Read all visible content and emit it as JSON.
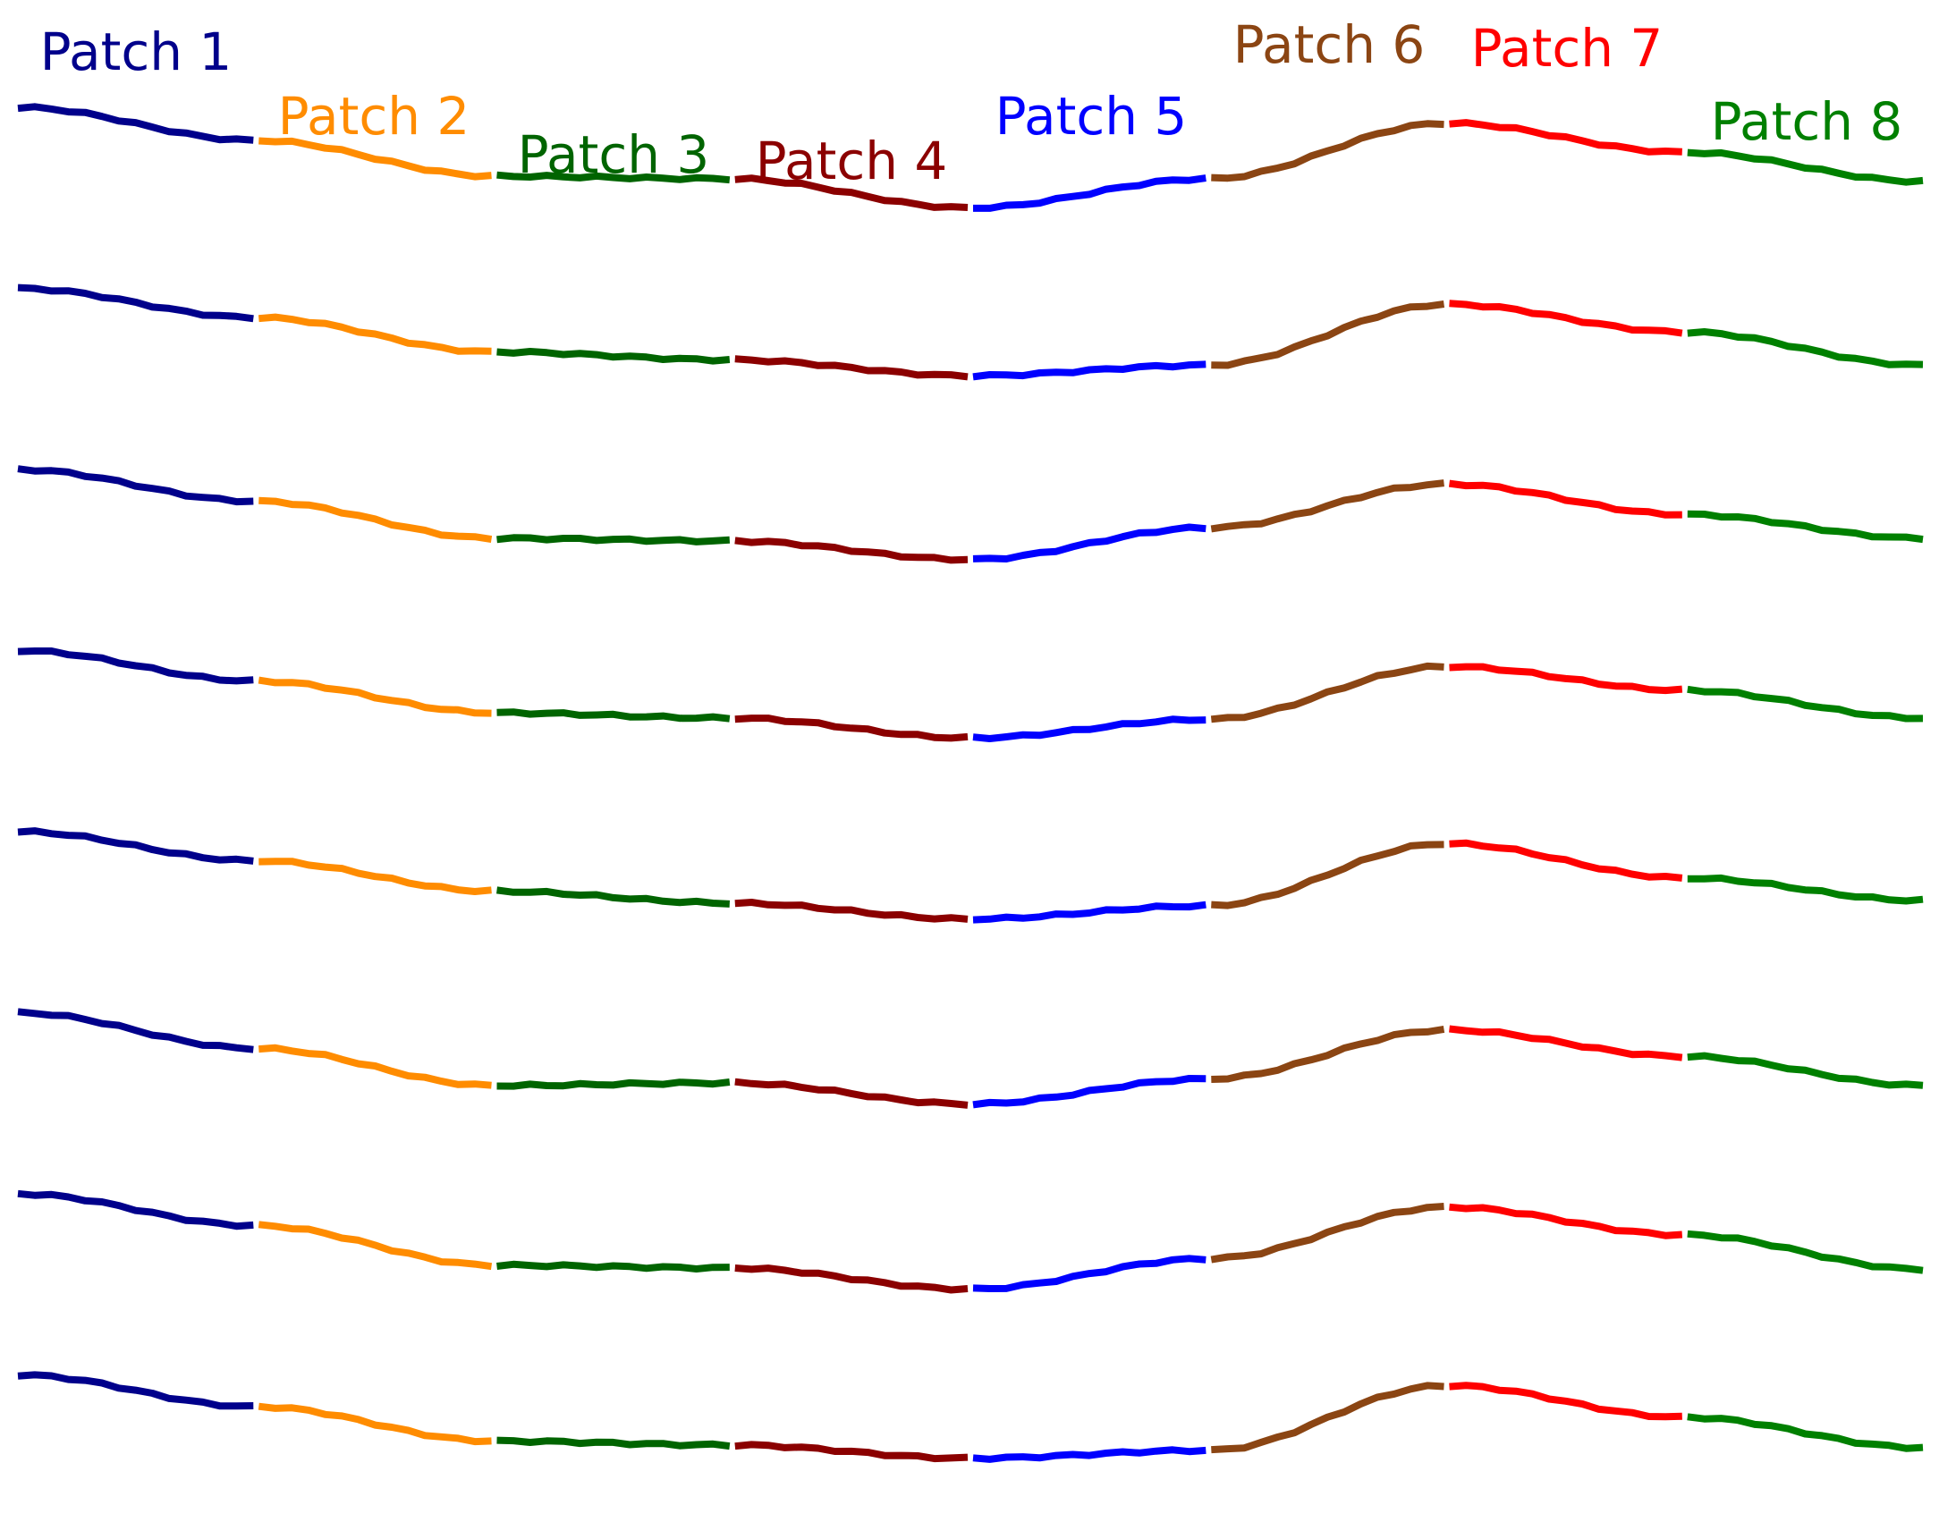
{
  "chart_data": {
    "type": "line",
    "title": "",
    "xlabel": "",
    "ylabel": "",
    "axes_visible": false,
    "grid": false,
    "legend": "none",
    "patch_labels": [
      {
        "text": "Patch 1",
        "color": "#00008B"
      },
      {
        "text": "Patch 2",
        "color": "#FF8C00"
      },
      {
        "text": "Patch 3",
        "color": "#006400"
      },
      {
        "text": "Patch 4",
        "color": "#8B0000"
      },
      {
        "text": "Patch 5",
        "color": "#0000FF"
      },
      {
        "text": "Patch 6",
        "color": "#8B4513"
      },
      {
        "text": "Patch 7",
        "color": "#FF0000"
      },
      {
        "text": "Patch 8",
        "color": "#008000"
      }
    ],
    "series": [
      {
        "values": [
          1.0,
          0.75,
          0.48,
          0.46,
          0.24,
          0.46,
          0.88,
          0.66,
          0.44
        ]
      },
      {
        "values": [
          1.0,
          0.78,
          0.52,
          0.46,
          0.34,
          0.42,
          0.88,
          0.67,
          0.42
        ]
      },
      {
        "values": [
          1.0,
          0.76,
          0.48,
          0.46,
          0.32,
          0.56,
          0.89,
          0.66,
          0.48
        ]
      },
      {
        "values": [
          1.0,
          0.77,
          0.53,
          0.49,
          0.34,
          0.48,
          0.88,
          0.7,
          0.49
        ]
      },
      {
        "values": [
          1.0,
          0.78,
          0.55,
          0.46,
          0.34,
          0.44,
          0.91,
          0.65,
          0.48
        ]
      },
      {
        "values": [
          1.0,
          0.73,
          0.45,
          0.47,
          0.31,
          0.5,
          0.87,
          0.67,
          0.45
        ]
      },
      {
        "values": [
          1.0,
          0.76,
          0.46,
          0.44,
          0.28,
          0.51,
          0.9,
          0.69,
          0.43
        ]
      },
      {
        "values": [
          1.0,
          0.76,
          0.5,
          0.47,
          0.37,
          0.43,
          0.92,
          0.68,
          0.45
        ]
      }
    ]
  }
}
